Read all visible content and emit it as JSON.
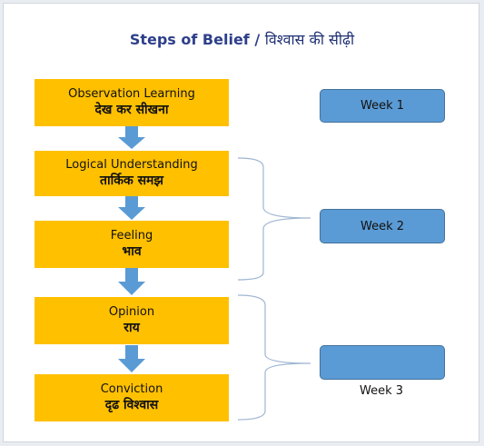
{
  "title": {
    "en": "Steps of Belief /",
    "hi": "विश्वास की सीढ़ी"
  },
  "steps": [
    {
      "en": "Observation Learning",
      "hi": "देख कर सीखना"
    },
    {
      "en": "Logical Understanding",
      "hi": "तार्किक समझ"
    },
    {
      "en": "Feeling",
      "hi": "भाव"
    },
    {
      "en": "Opinion",
      "hi": "राय"
    },
    {
      "en": "Conviction",
      "hi": "दृढ विश्वास"
    }
  ],
  "weeks": [
    {
      "label": "Week 1"
    },
    {
      "label": "Week 2"
    },
    {
      "label": "Week 3"
    }
  ],
  "colors": {
    "step_fill": "#ffc000",
    "week_fill": "#5b9bd5",
    "arrow": "#5b9bd5",
    "title": "#2d3f8a"
  }
}
